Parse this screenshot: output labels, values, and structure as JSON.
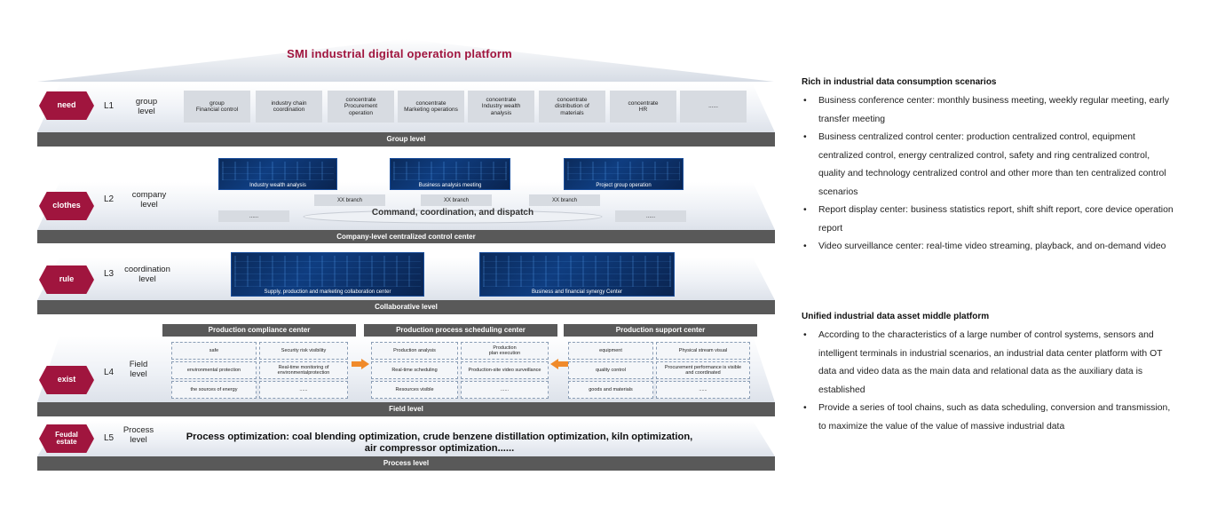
{
  "platform": {
    "title": "SMI industrial digital operation platform"
  },
  "levels": [
    {
      "badge": "need",
      "code": "L1",
      "name_line1": "group",
      "name_line2": "level",
      "bar": "Group level"
    },
    {
      "badge": "clothes",
      "code": "L2",
      "name_line1": "company",
      "name_line2": "level",
      "bar": "Company-level centralized control center"
    },
    {
      "badge": "rule",
      "code": "L3",
      "name_line1": "coordination",
      "name_line2": "level",
      "bar": "Collaborative level"
    },
    {
      "badge": "exist",
      "code": "L4",
      "name_line1": "Field",
      "name_line2": "level",
      "bar": "Field level"
    },
    {
      "badge_line1": "Feudal",
      "badge_line2": "estate",
      "code": "L5",
      "name_line1": "Process",
      "name_line2": "level",
      "bar": "Process level"
    }
  ],
  "l1_boxes": [
    {
      "line1": "group",
      "line2": "Financial control"
    },
    {
      "line1": "industry chain",
      "line2": "coordination"
    },
    {
      "line1": "concentrate",
      "line2": "Procurement",
      "line3": "operation"
    },
    {
      "line1": "concentrate",
      "line2": "Marketing operations"
    },
    {
      "line1": "concentrate",
      "line2": "Industry wealth",
      "line3": "analysis"
    },
    {
      "line1": "concentrate",
      "line2": "distribution of",
      "line3": "materials"
    },
    {
      "line1": "concentrate",
      "line2": "HR"
    },
    {
      "line1": "......"
    }
  ],
  "l2": {
    "screens": [
      "Industry wealth analysis",
      "Business analysis meeting",
      "Project group operation"
    ],
    "branches": [
      "XX branch",
      "XX branch",
      "XX branch"
    ],
    "side_left": "......",
    "side_right": "......",
    "command": "Command, coordination, and dispatch"
  },
  "l3": {
    "screens": [
      "Supply, production and marketing collaboration center",
      "Business and financial synergy Center"
    ]
  },
  "l4": {
    "centers": [
      {
        "title": "Production compliance center",
        "cells": [
          {
            "line1": "safe"
          },
          {
            "line1": "Security risk visibility"
          },
          {
            "line1": "environmental protection"
          },
          {
            "line1": "Real-time monitoring of",
            "line2": "environmentalprotection"
          },
          {
            "line1": "the sources of energy"
          },
          {
            "line1": "......"
          }
        ]
      },
      {
        "title": "Production process scheduling center",
        "cells": [
          {
            "line1": "Production analysis"
          },
          {
            "line1": "Production",
            "line2": "plan execution"
          },
          {
            "line1": "Real-time scheduling"
          },
          {
            "line1": "Production-site video surveillance"
          },
          {
            "line1": "Resources visible"
          },
          {
            "line1": "......"
          }
        ]
      },
      {
        "title": "Production support center",
        "cells": [
          {
            "line1": "equipment"
          },
          {
            "line1": "Physical stream visual"
          },
          {
            "line1": "quality control"
          },
          {
            "line1": "Procurement performance is visible",
            "line2": "and coordinated"
          },
          {
            "line1": "goods and materials"
          },
          {
            "line1": "......"
          }
        ]
      }
    ]
  },
  "l5": {
    "line1": "Process optimization: coal blending optimization, crude benzene distillation optimization, kiln optimization,",
    "line2": "air compressor optimization......"
  },
  "panel": {
    "section1": {
      "title": "Rich in industrial data consumption scenarios",
      "items": [
        "Business conference center: monthly business meeting, weekly regular meeting, early transfer meeting",
        "Business centralized control center: production centralized control, equipment centralized control, energy centralized control, safety and ring centralized control, quality and technology centralized control and other more than ten centralized control scenarios",
        "Report display center: business statistics report, shift shift report, core device operation report",
        "Video surveillance center: real-time video streaming, playback, and on-demand video"
      ]
    },
    "section2": {
      "title": "Unified industrial data asset middle platform",
      "items": [
        "According to the characteristics of a large number of control systems, sensors and intelligent terminals in industrial scenarios, an industrial data center platform with OT data and video data as the main data and relational data as the auxiliary data is established",
        "Provide a series of tool chains, such as data scheduling, conversion and transmission, to maximize the value of the value of massive industrial data"
      ]
    }
  },
  "colors": {
    "accent": "#a0153e",
    "bar": "#595959",
    "arrow": "#f08a2a",
    "screen": "#0f3d80"
  }
}
